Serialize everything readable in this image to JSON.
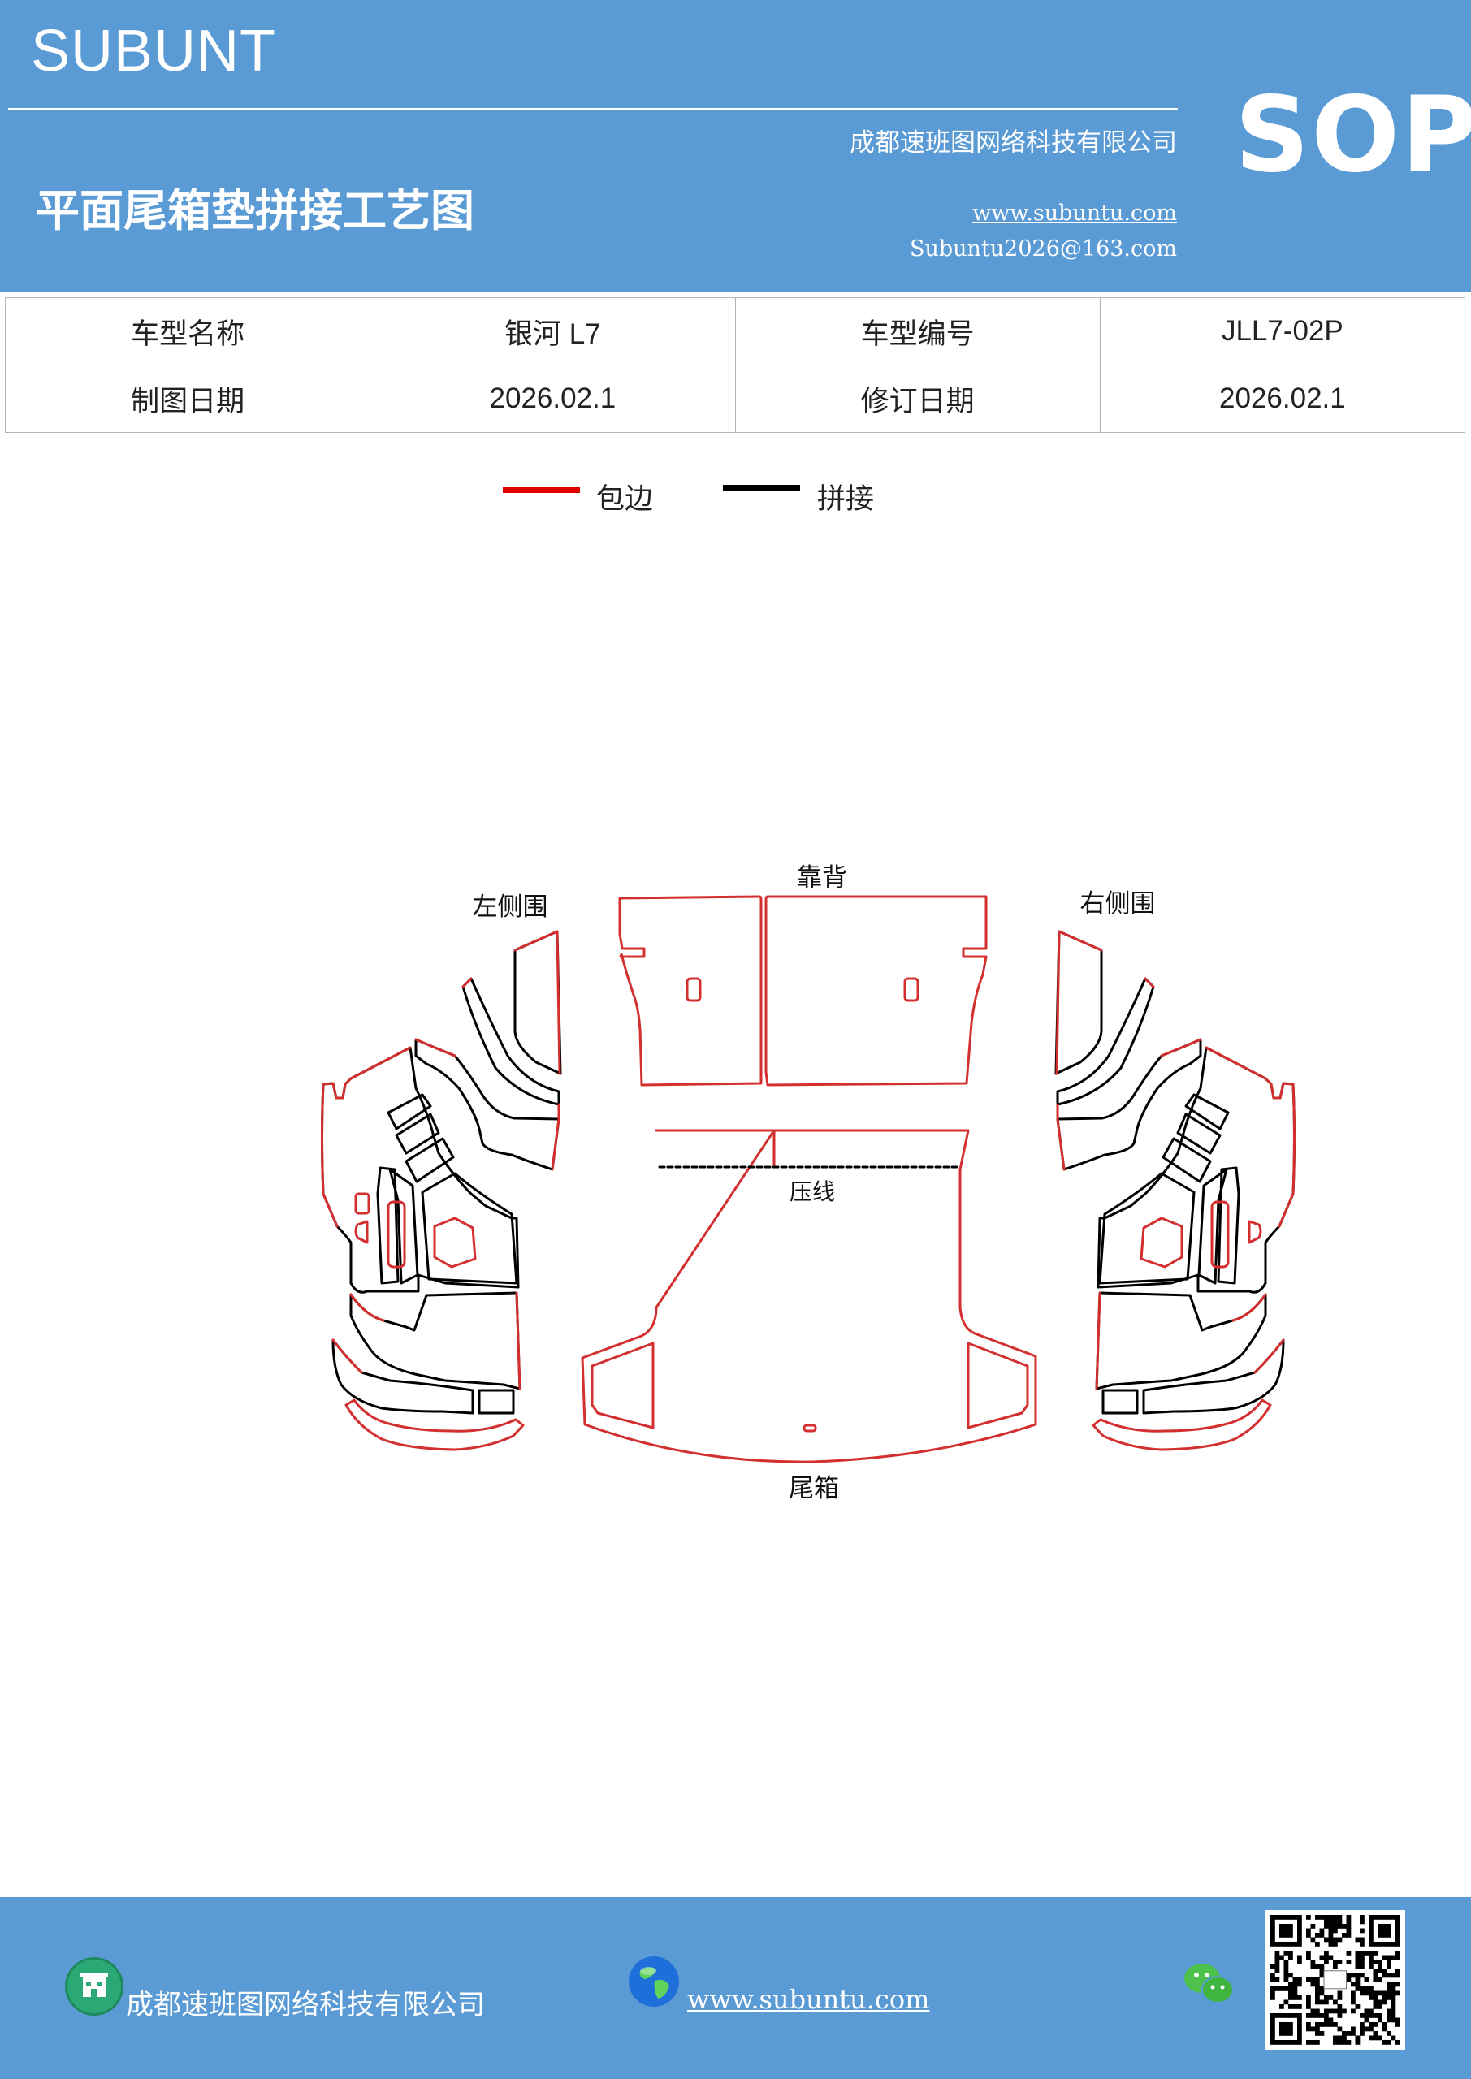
{
  "header": {
    "brand": "SUBUNT",
    "company": "成都速班图网络科技有限公司",
    "title": "平面尾箱垫拼接工艺图",
    "url": "www.subuntu.com",
    "email": "Subuntu2026@163.com",
    "badge": "SOP"
  },
  "info_table": {
    "model_name_label": "车型名称",
    "model_name_value": "银河 L7",
    "model_code_label": "车型编号",
    "model_code_value": "JLL7-02P",
    "draw_date_label": "制图日期",
    "draw_date_value": "2026.02.1",
    "revise_date_label": "修订日期",
    "revise_date_value": "2026.02.1"
  },
  "legend": {
    "items": [
      {
        "label": "包边",
        "color": "#e00000"
      },
      {
        "label": "拼接",
        "color": "#000000"
      }
    ]
  },
  "diagram": {
    "left_side_label": "左侧围",
    "backrest_label": "靠背",
    "right_side_label": "右侧围",
    "press_line_label": "压线",
    "trunk_label": "尾箱",
    "edge_color": "#d32f2f",
    "seam_color": "#000000"
  },
  "footer": {
    "company": "成都速班图网络科技有限公司",
    "url": "www.subuntu.com",
    "building_icon": "building-icon",
    "globe_icon": "globe-icon",
    "wechat_icon": "wechat-icon",
    "qr_icon": "qr-code-icon"
  },
  "colors": {
    "header_bg": "#5b9bd5",
    "footer_bg": "#5b9bd5"
  }
}
